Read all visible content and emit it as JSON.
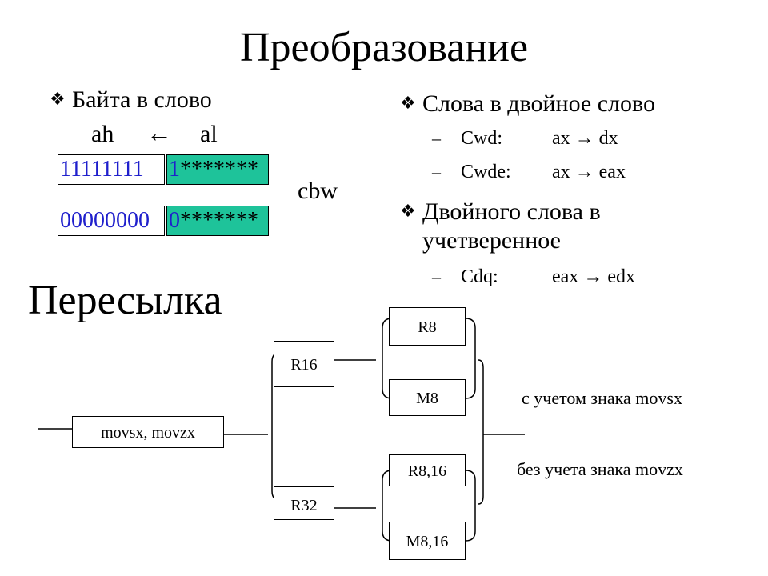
{
  "title": "Преобразование",
  "left_section": {
    "bullet": "Байта в слово",
    "reg_high": "ah",
    "arrow": "←",
    "reg_low": "al",
    "row1": {
      "high": "11111111",
      "low_first": "1",
      "low_rest": "*******"
    },
    "row2": {
      "high": "00000000",
      "low_first": "0",
      "low_rest": "*******"
    },
    "instruction": "cbw"
  },
  "right_section": {
    "bullet1": "Слова в двойное слово",
    "items1": [
      {
        "dash": "–",
        "name": "Cwd:",
        "src": "ax",
        "arrow": "→",
        "dst": "dx"
      },
      {
        "dash": "–",
        "name": "Cwde:",
        "src": "ax",
        "arrow": "→",
        "dst": "eax"
      }
    ],
    "bullet2_line1": "Двойного слова в",
    "bullet2_line2": "учетверенное",
    "items2": [
      {
        "dash": "–",
        "name": "Cdq:",
        "src": "eax",
        "arrow": "→",
        "dst": "edx"
      }
    ]
  },
  "heading2": "Пересылка",
  "diagram": {
    "root": "movsx, movzx",
    "r16": "R16",
    "r32": "R32",
    "r8": "R8",
    "m8": "M8",
    "r8_16": "R8,16",
    "m8_16": "M8,16",
    "signed_label": "с учетом знака movsx",
    "unsigned_label": "без учета знака movzx"
  },
  "bullet_icon": "diamond-bullet-icon"
}
